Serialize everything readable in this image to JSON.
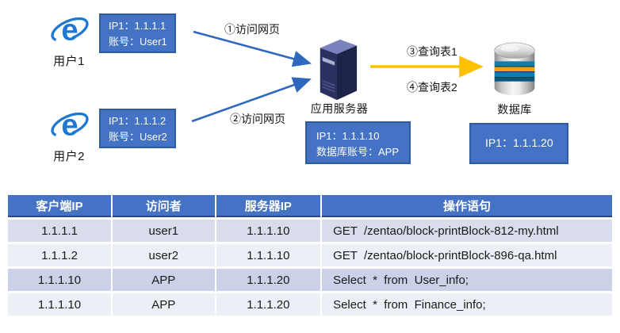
{
  "diagram": {
    "user1": {
      "label": "用户1",
      "icon": "ie-browser-icon",
      "info": [
        "IP1：1.1.1.1",
        "账号：User1"
      ]
    },
    "user2": {
      "label": "用户2",
      "icon": "ie-browser-icon",
      "info": [
        "IP1：1.1.1.2",
        "账号：User2"
      ]
    },
    "server": {
      "label": "应用服务器",
      "icon": "server-tower-icon",
      "info": [
        "IP1：1.1.1.10",
        "数据库账号：APP"
      ]
    },
    "database": {
      "label": "数据库",
      "icon": "database-cylinder-icon",
      "info": [
        "IP1：1.1.1.20"
      ]
    },
    "arrows": {
      "a1": "①访问网页",
      "a2": "②访问网页",
      "a3": "③查询表1",
      "a4": "④查询表2"
    }
  },
  "table": {
    "headers": [
      "客户端IP",
      "访问者",
      "服务器IP",
      "操作语句"
    ],
    "rows": [
      [
        "1.1.1.1",
        "user1",
        "1.1.1.10",
        "GET  /zentao/block-printBlock-812-my.html"
      ],
      [
        "1.1.1.2",
        "user2",
        "1.1.1.10",
        "GET  /zentao/block-printBlock-896-qa.html"
      ],
      [
        "1.1.1.10",
        "APP",
        "1.1.1.20",
        "Select  *  from  User_info;"
      ],
      [
        "1.1.1.10",
        "APP",
        "1.1.1.20",
        "Select  *  from  Finance_info;"
      ]
    ]
  },
  "colors": {
    "accent_blue": "#4472C4",
    "box_border": "#2F5C9E",
    "arrow_blue": "#2E68C0",
    "arrow_orange": "#FFC000",
    "ie_blue": "#1E78D2"
  }
}
